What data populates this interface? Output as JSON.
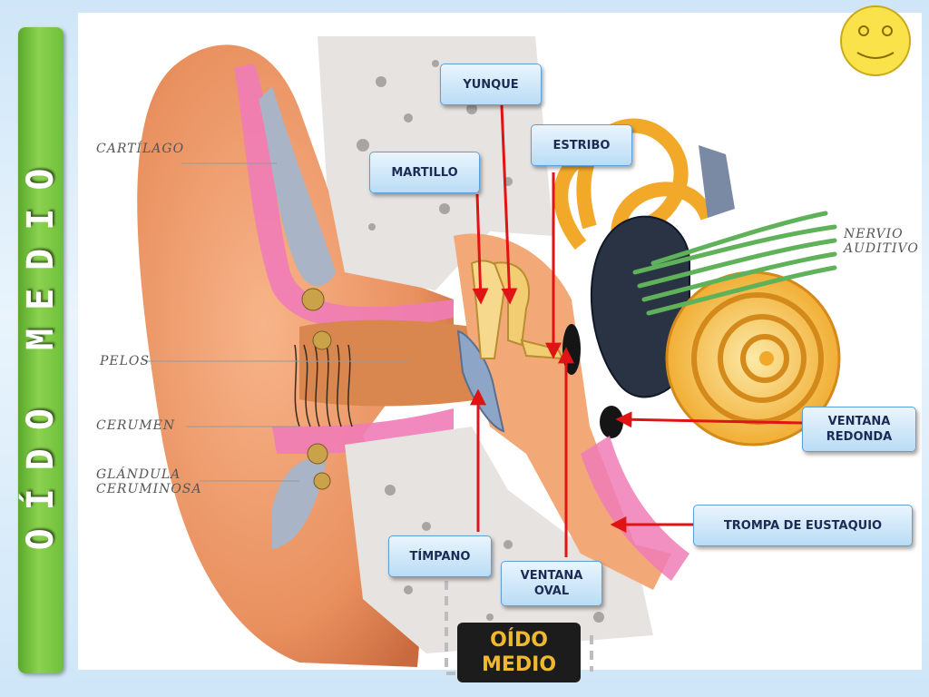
{
  "side_title": "OÍDO MEDIO",
  "labels": {
    "yunque": "YUNQUE",
    "estribo": "ESTRIBO",
    "martillo": "MARTILLO",
    "ventana_redonda_1": "VENTANA",
    "ventana_redonda_2": "REDONDA",
    "trompa": "TROMPA DE EUSTAQUIO",
    "timpano": "TÍMPANO",
    "ventana_oval_1": "VENTANA",
    "ventana_oval_2": "OVAL"
  },
  "engraved": {
    "cartilago": "CARTÍLAGO",
    "pelos": "PELOS",
    "cerumen": "CERUMEN",
    "glandula_1": "GLÁNDULA",
    "glandula_2": "CERUMINOSA",
    "nervio_1": "NERVIO",
    "nervio_2": "AUDITIVO"
  },
  "region_box": {
    "line1": "OÍDO",
    "line2": "MEDIO"
  },
  "colors": {
    "arrow": "#e01414",
    "side_bar": "#6fbf3a",
    "region_text": "#f0b82d",
    "label_text": "#1b2b55"
  },
  "icons": {
    "smiley": "smiley-face-icon"
  }
}
